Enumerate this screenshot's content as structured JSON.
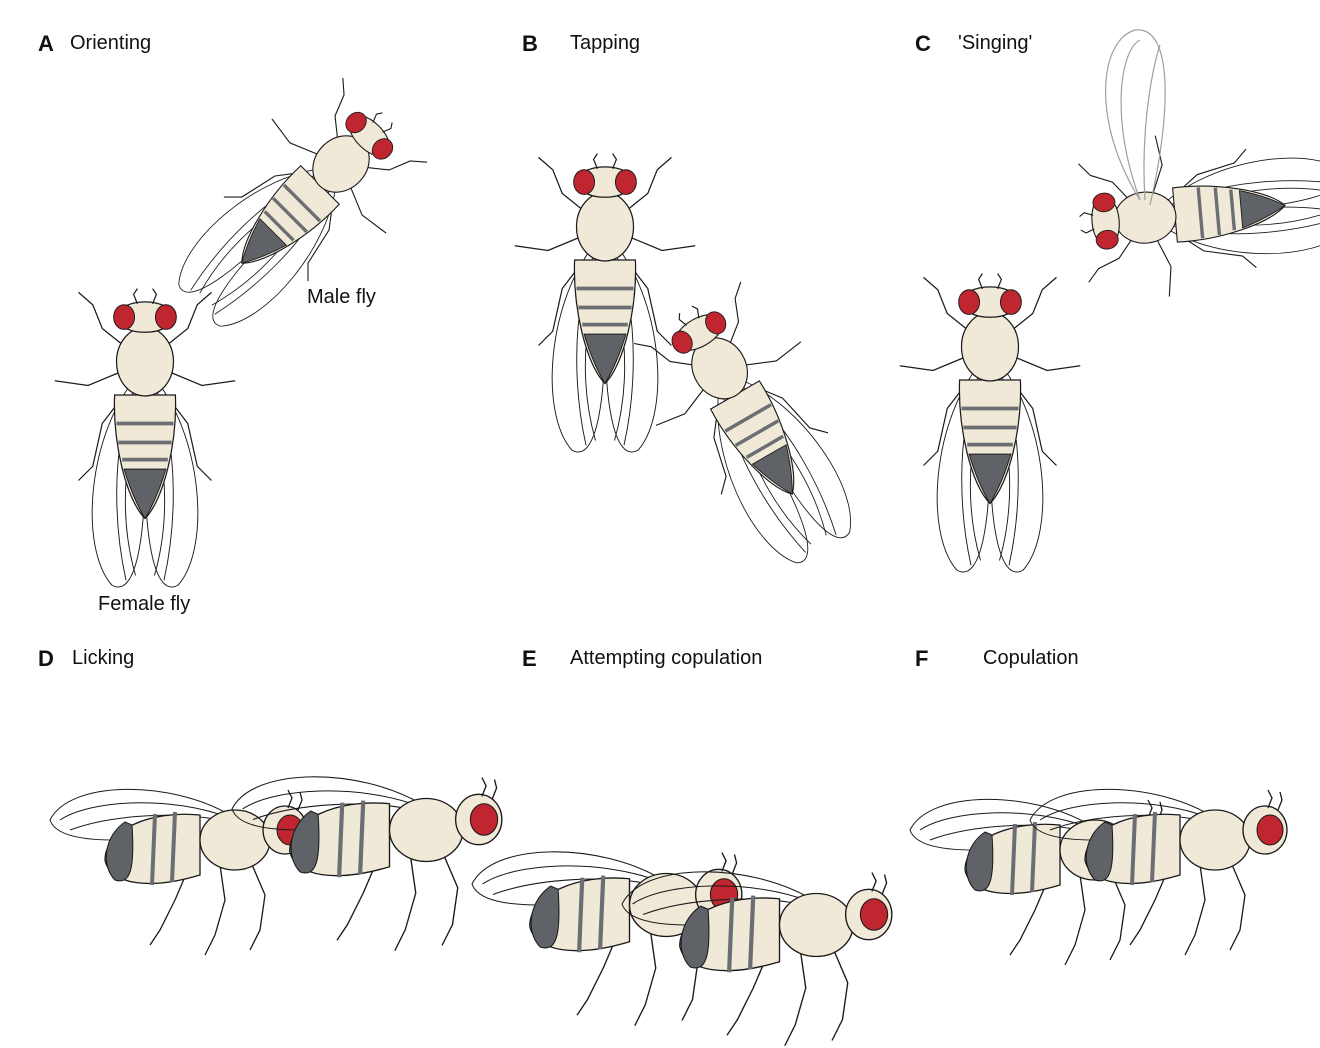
{
  "panels": [
    {
      "letter": "A",
      "title": "Orienting"
    },
    {
      "letter": "B",
      "title": "Tapping"
    },
    {
      "letter": "C",
      "title": "'Singing'"
    },
    {
      "letter": "D",
      "title": "Licking"
    },
    {
      "letter": "E",
      "title": "Attempting copulation"
    },
    {
      "letter": "F",
      "title": "Copulation"
    }
  ],
  "labels": {
    "male": "Male fly",
    "female": "Female fly"
  },
  "colors": {
    "body": "#f1e9d7",
    "abdomen_tip": "#5f6266",
    "stripe": "#6b6e72",
    "eye": "#c0262f",
    "outline": "#1a1a1a"
  }
}
